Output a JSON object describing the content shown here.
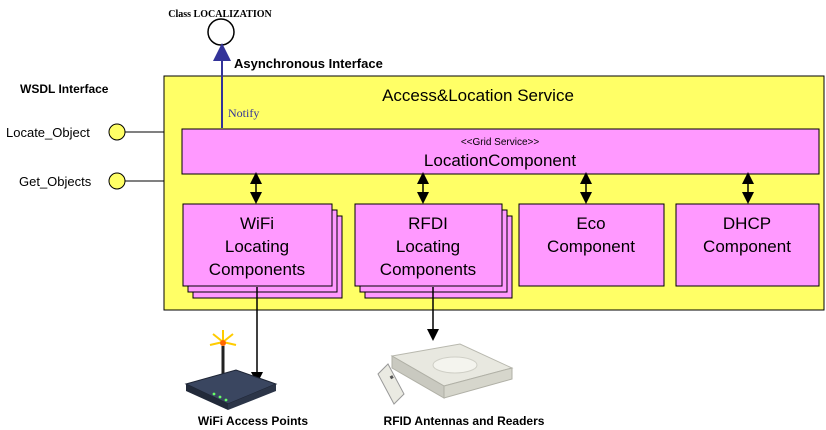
{
  "class_localization": "Class LOCALIZATION",
  "async_interface": "Asynchronous Interface",
  "wsdl_interface": "WSDL Interface",
  "service_title": "Access&Location Service",
  "notify": "Notify",
  "operations": [
    "Locate_Object",
    "Get_Objects"
  ],
  "location_component": {
    "stereotype": "<<Grid Service>>",
    "name": "LocationComponent"
  },
  "components": [
    {
      "lines": [
        "WiFi",
        "Locating",
        "Components"
      ]
    },
    {
      "lines": [
        "RFDI",
        "Locating",
        "Components"
      ]
    },
    {
      "lines": [
        "Eco",
        "Component"
      ]
    },
    {
      "lines": [
        "DHCP",
        "Component"
      ]
    }
  ],
  "devices": {
    "wifi_caption": "WiFi Access Points",
    "rfid_caption": "RFID Antennas and Readers"
  },
  "colors": {
    "service_fill": "#ffff66",
    "component_fill": "#ff99ff",
    "notify_arrow": "#333399",
    "line": "#000000"
  }
}
